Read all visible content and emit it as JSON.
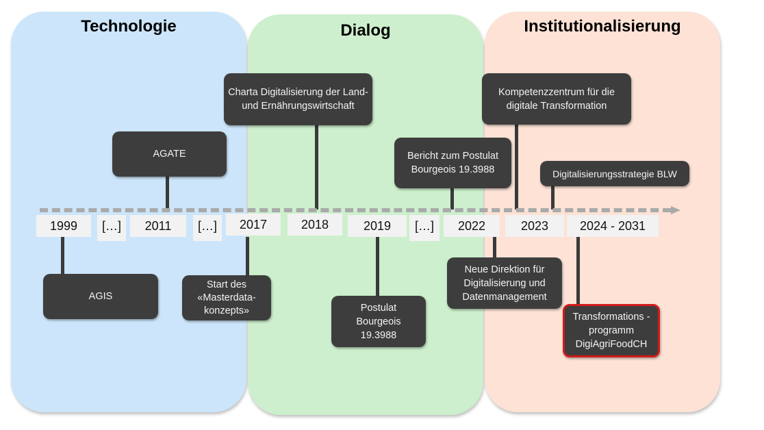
{
  "phases": [
    {
      "title": "Technologie",
      "color": "#cce5fa"
    },
    {
      "title": "Dialog",
      "color": "#cdefcd"
    },
    {
      "title": "Institutionalisierung",
      "color": "#fde2d5"
    }
  ],
  "timeline": {
    "years": [
      "1999",
      "[…]",
      "2011",
      "[…]",
      "2017",
      "2018",
      "2019",
      "[…]",
      "2022",
      "2023",
      "2024 - 2031"
    ]
  },
  "events": {
    "agis": {
      "year": "1999",
      "text": "AGIS"
    },
    "agate": {
      "year": "2011",
      "text": "AGATE"
    },
    "masterdata": {
      "year": "2017",
      "text": "Start des «Masterdata-konzepts»"
    },
    "charta": {
      "year": "2018",
      "text": "Charta Digitalisierung der Land- und Ernährungswirtschaft"
    },
    "postulat": {
      "year": "2019",
      "text": "Postulat Bourgeois 19.3988"
    },
    "bericht": {
      "year": "2022",
      "text": "Bericht zum Postulat Bourgeois 19.3988"
    },
    "direktion": {
      "year": "2022",
      "text": "Neue Direktion für Digitalisierung und Datenmanagement"
    },
    "kompetenz": {
      "year": "2023",
      "text": "Kompetenzzentrum für die digitale Transformation"
    },
    "strategie": {
      "year": "2023",
      "text": "Digitalisierungsstrategie BLW"
    },
    "transformation": {
      "year": "2024 - 2031",
      "text": "Transformations -programm DigiAgriFoodCH",
      "highlight": true
    }
  },
  "colors": {
    "event_box": "#3d3d3d",
    "highlight_border": "#d21a1a",
    "axis": "#a9aaaa"
  }
}
